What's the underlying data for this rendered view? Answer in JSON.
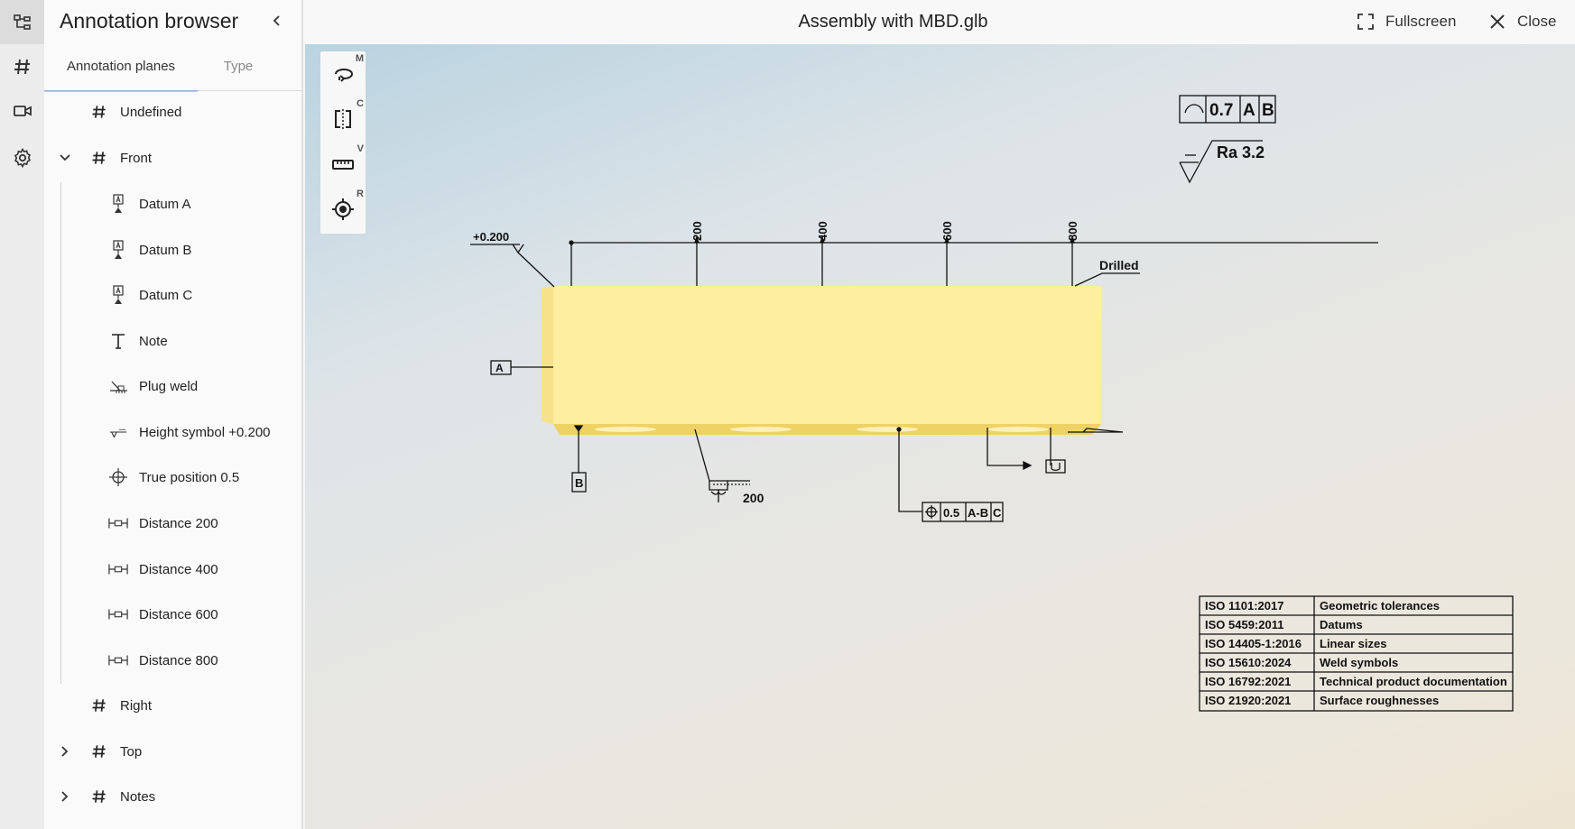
{
  "panel": {
    "title": "Annotation browser",
    "tabs": [
      "Annotation planes",
      "Type"
    ]
  },
  "tree": [
    {
      "label": "Undefined",
      "icon": "hash-icon"
    },
    {
      "label": "Front",
      "icon": "hash-icon",
      "expanded": true
    },
    {
      "label": "Datum A",
      "icon": "datum-icon"
    },
    {
      "label": "Datum B",
      "icon": "datum-icon"
    },
    {
      "label": "Datum C",
      "icon": "datum-icon"
    },
    {
      "label": "Note",
      "icon": "text-icon"
    },
    {
      "label": "Plug weld",
      "icon": "weld-icon"
    },
    {
      "label": "Height symbol +0.200",
      "icon": "height-symbol-icon"
    },
    {
      "label": "True position 0.5",
      "icon": "true-position-icon"
    },
    {
      "label": "Distance 200",
      "icon": "distance-icon"
    },
    {
      "label": "Distance 400",
      "icon": "distance-icon"
    },
    {
      "label": "Distance 600",
      "icon": "distance-icon"
    },
    {
      "label": "Distance 800",
      "icon": "distance-icon"
    },
    {
      "label": "Right",
      "icon": "hash-icon"
    },
    {
      "label": "Top",
      "icon": "hash-icon",
      "expanded": false
    },
    {
      "label": "Notes",
      "icon": "hash-icon",
      "expanded": false
    }
  ],
  "header": {
    "title": "Assembly with MBD.glb",
    "fullscreen_label": "Fullscreen",
    "close_label": "Close"
  },
  "toolbar": {
    "keys": [
      "M",
      "C",
      "V",
      "R"
    ]
  },
  "scene": {
    "height_symbol": "+0.200",
    "dimensions": [
      "200",
      "400",
      "600",
      "800"
    ],
    "drilled_note": "Drilled",
    "datum_a": "A",
    "datum_b": "B",
    "weld_value": "200",
    "true_position": {
      "tolerance": "0.5",
      "datums": "A-B",
      "datum_c": "C"
    },
    "profile_tolerance": {
      "value": "0.7",
      "datum_1": "A",
      "datum_2": "B"
    },
    "roughness": "Ra 3.2",
    "standards": [
      {
        "code": "ISO 1101:2017",
        "desc": "Geometric tolerances"
      },
      {
        "code": "ISO 5459:2011",
        "desc": "Datums"
      },
      {
        "code": "ISO 14405-1:2016",
        "desc": "Linear sizes"
      },
      {
        "code": "ISO 15610:2024",
        "desc": "Weld symbols"
      },
      {
        "code": "ISO 16792:2021",
        "desc": "Technical product documentation"
      },
      {
        "code": "ISO 21920:2021",
        "desc": "Surface roughnesses"
      }
    ]
  },
  "colors": {
    "part_face": "#fdeea0",
    "part_edge": "#f0d36a",
    "accent": "#1e6fd9"
  }
}
